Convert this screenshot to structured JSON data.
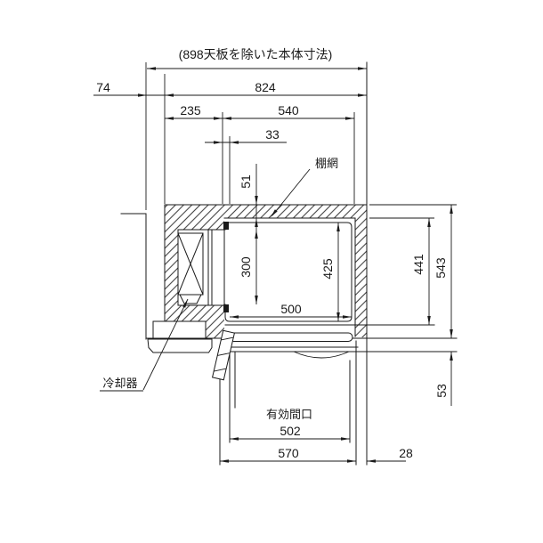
{
  "drawing": {
    "note_top": "(898天板を除いた本体寸法)",
    "labels": {
      "shelf_net": "棚網",
      "cooler": "冷却器",
      "effective_opening": "有効間口"
    },
    "dims": {
      "d74": "74",
      "d824": "824",
      "d235": "235",
      "d540": "540",
      "d33": "33",
      "d51": "51",
      "d300": "300",
      "d425": "425",
      "d500": "500",
      "d441": "441",
      "d543": "543",
      "d53": "53",
      "d502": "502",
      "d570": "570",
      "d28": "28"
    },
    "colors": {
      "line_color": "#1a1a1a",
      "background": "#ffffff"
    }
  }
}
